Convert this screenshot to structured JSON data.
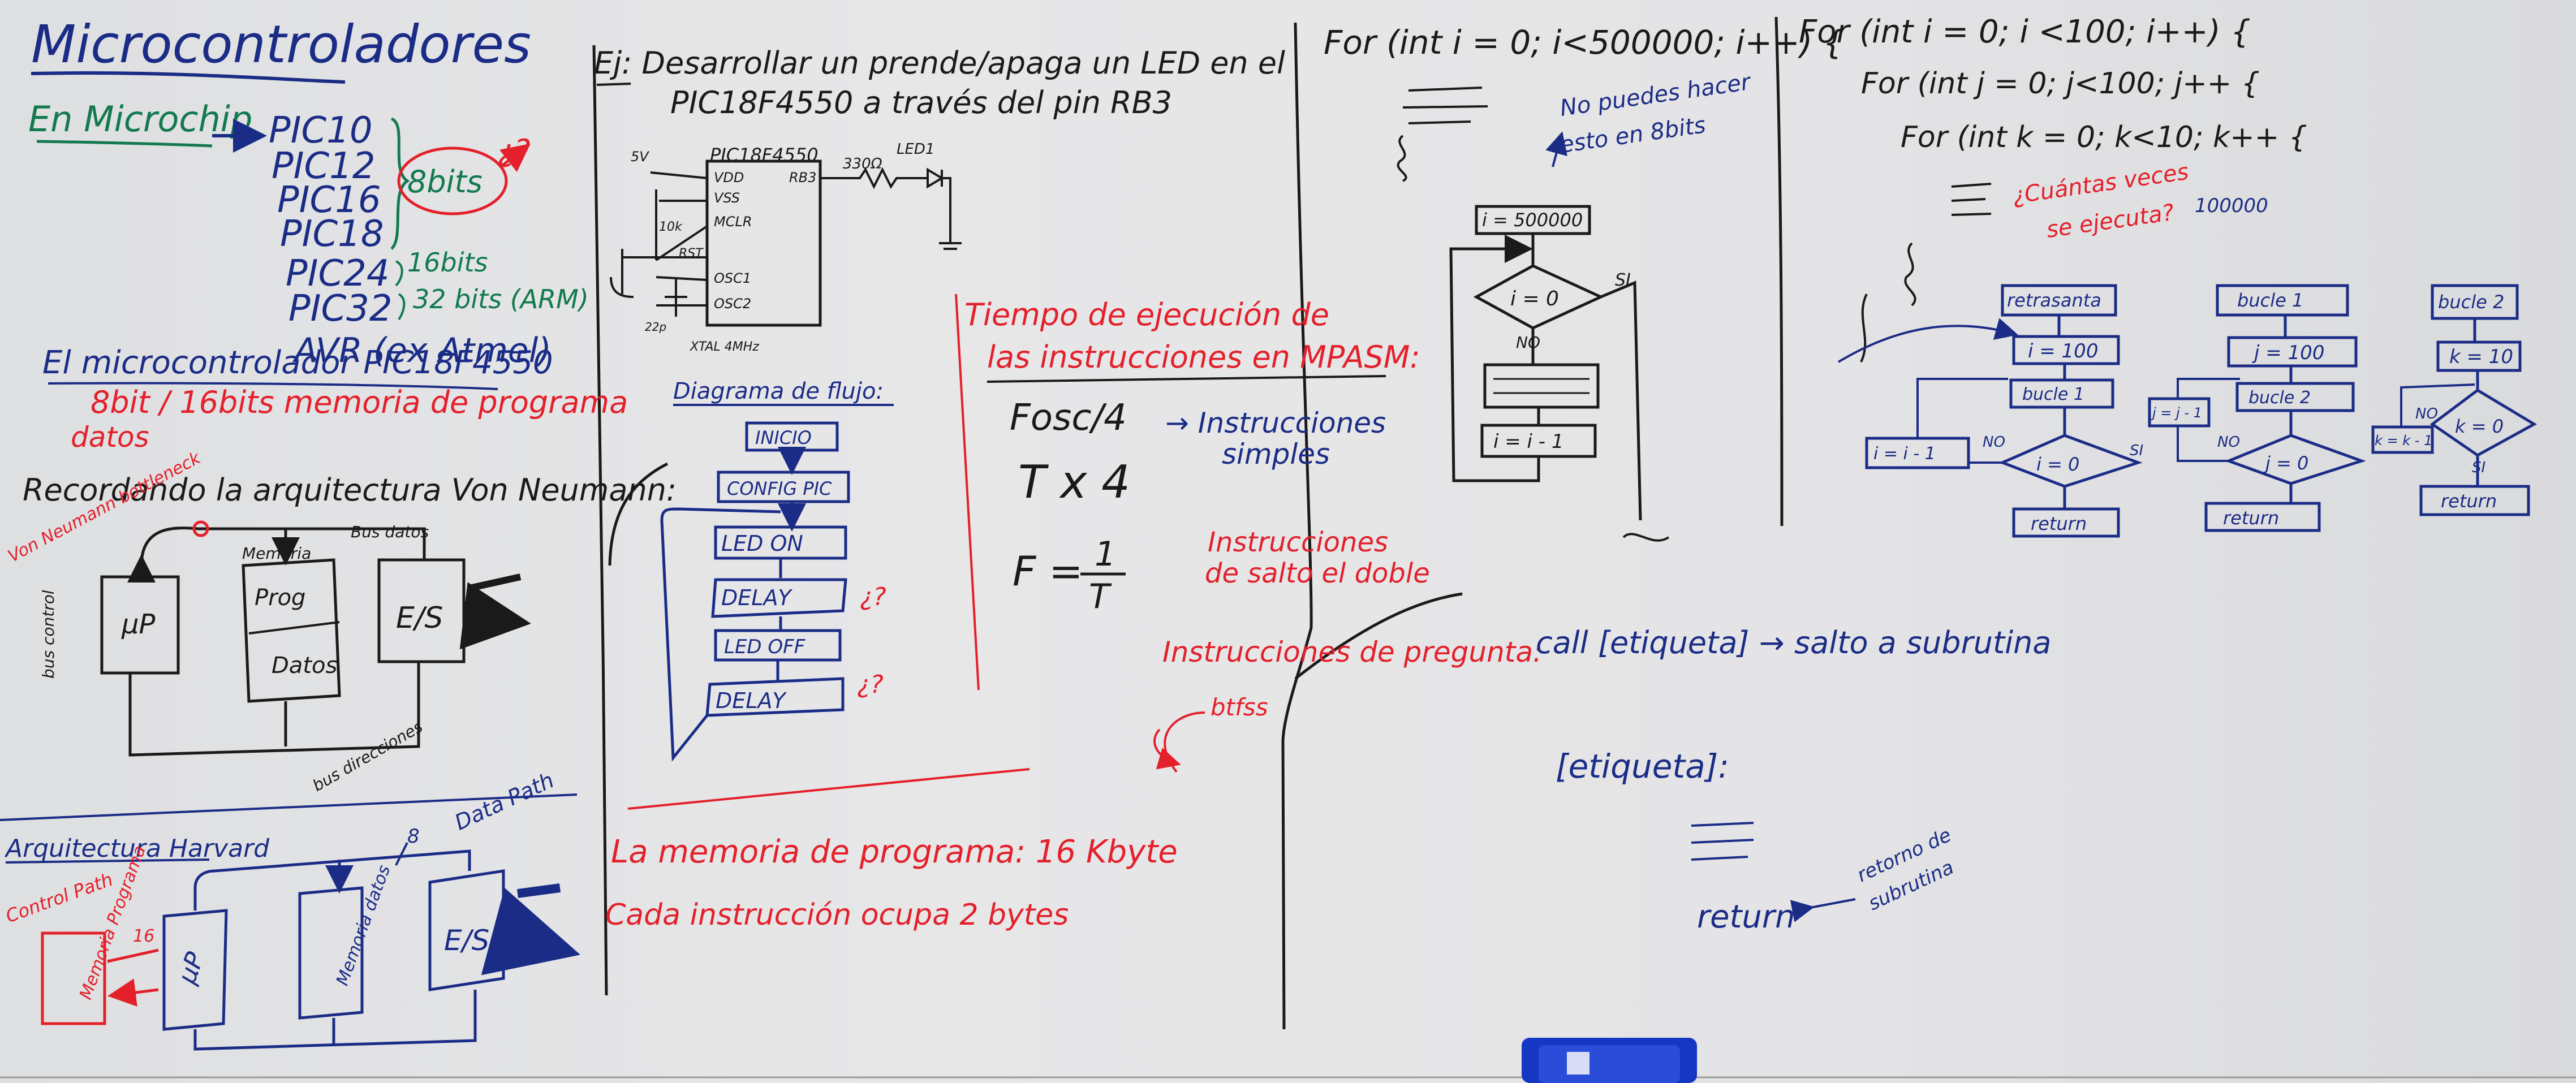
{
  "colors": {
    "blue": "#1b2c86",
    "red": "#e4202b",
    "green": "#127a4e",
    "black": "#1a1a1a",
    "eraser": "#1637c4"
  },
  "left_top": {
    "title": "Microcontroladores",
    "maker": "En Microchip",
    "pic_list": [
      "PIC10",
      "PIC12",
      "PIC16",
      "PIC18",
      "PIC24",
      "PIC32",
      "AVR (ex Atmel)"
    ],
    "bits8": "8bits",
    "q": "¿?",
    "bits16": "16bits",
    "bits32": "32 bits (ARM)",
    "mc_line": "El microcontrolador PIC18F4550",
    "mem_line1": "8bit / 16bits memoria de programa",
    "mem_line2": "datos"
  },
  "von_neumann": {
    "title": "Recordando la arquitectura Von Neumann:",
    "bottleneck": "Von Neumann bottleneck",
    "bus_control": "bus control",
    "memoria": "Memoria",
    "bus_datos": "Bus datos",
    "up": "μP",
    "prog": "Prog",
    "datos": "Datos",
    "es": "E/S",
    "bus_direcciones": "bus direcciones"
  },
  "harvard": {
    "title": "Arquitectura Harvard",
    "control_path": "Control Path",
    "data_path": "Data Path",
    "mem_prog": "Memoria Programa",
    "up": "μP",
    "mem_datos": "Memoria datos",
    "es": "E/S",
    "bits8": "8",
    "bits16": "16"
  },
  "example": {
    "title_line1": "Ej: Desarrollar un prende/apaga un LED en el",
    "title_line2": "PIC18F4550 a través del pin RB3",
    "chip": "PIC18F4550",
    "pins": [
      "VDD",
      "VSS",
      "MCLR",
      "OSC1",
      "OSC2"
    ],
    "rb3": "RB3",
    "res": "330Ω",
    "led": "LED1",
    "v5": "5V",
    "r10k": "10k",
    "rst": "RST",
    "xtal": "XTAL 4MHz",
    "c22": "22p"
  },
  "flow": {
    "title": "Diagrama de flujo:",
    "steps": [
      "INICIO",
      "CONFIG PIC",
      "LED ON",
      "DELAY",
      "LED OFF",
      "DELAY"
    ],
    "q1": "¿?",
    "q2": "¿?"
  },
  "timing": {
    "title_line1": "Tiempo de ejecución de",
    "title_line2": "las instrucciones en MPASM:",
    "fosc": "Fosc/4",
    "simple_arrow": "→ Instrucciones",
    "simple2": "simples",
    "tx4": "T x 4",
    "f_eq": "F =",
    "one": "1",
    "t": "T",
    "salto1": "Instrucciones",
    "salto2": "de salto el doble",
    "pregunta": "Instrucciones de pregunta:",
    "btfss": "btfss"
  },
  "memory_notes": {
    "line1": "La memoria de programa: 16 Kbyte",
    "line2": "Cada instrucción ocupa 2 bytes"
  },
  "loop1": {
    "code": "For (int i = 0; i<500000; i++) {",
    "note1": "No puedes hacer",
    "note2": "esto en 8bits",
    "init": "i = 500000",
    "cond": "i = 0",
    "si": "SI",
    "no": "NO",
    "dec": "i = i - 1"
  },
  "subroutine": {
    "call": "call [etiqueta] → salto a subrutina",
    "label": "[etiqueta]:",
    "ret": "return",
    "ret_note1": "retorno de",
    "ret_note2": "subrutina"
  },
  "nested": {
    "l1": "For (int i = 0; i <100; i++) {",
    "l2": "For (int j = 0; j<100; j++ {",
    "l3": "For (int k = 0; k<10; k++ {",
    "q_line1": "¿Cuántas veces",
    "q_line2": "se ejecuta?",
    "count": "100000",
    "col1": {
      "head": "retrasanta",
      "init": "i = 100",
      "call": "bucle 1",
      "dec": "i = i - 1",
      "cond": "i = 0",
      "no": "NO",
      "si": "SI",
      "ret": "return"
    },
    "col2": {
      "head": "bucle 1",
      "init": "j = 100",
      "call": "bucle 2",
      "dec": "j = j - 1",
      "cond": "j = 0",
      "no": "NO",
      "ret": "return"
    },
    "col3": {
      "head": "bucle 2",
      "init": "k = 10",
      "dec": "k = k - 1",
      "cond": "k = 0",
      "no": "NO",
      "si": "SI",
      "ret": "return"
    }
  }
}
